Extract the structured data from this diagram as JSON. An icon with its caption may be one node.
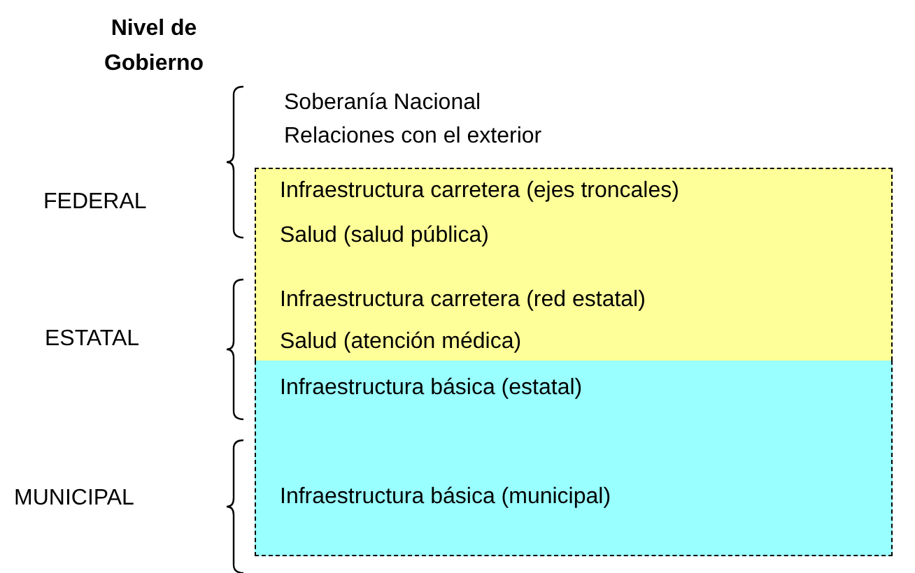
{
  "diagram": {
    "title": "Nivel de Gobierno",
    "nodes": [
      {
        "text": [
          "Infraestructura carretera (ejes troncales)",
          "Salud (salud pública)",
          "Infraestructura carretera (red estatal)",
          "Salud (atención médica)"
        ]
      },
      {
        "text": [
          "Infraestructura básica (estatal)",
          "Infraestructura básica (municipal)"
        ]
      }
    ],
    "labels": [
      "Soberanía Nacional",
      "Relaciones con el exterior",
      "FEDERAL",
      "ESTATAL",
      "MUNICIPAL"
    ]
  }
}
